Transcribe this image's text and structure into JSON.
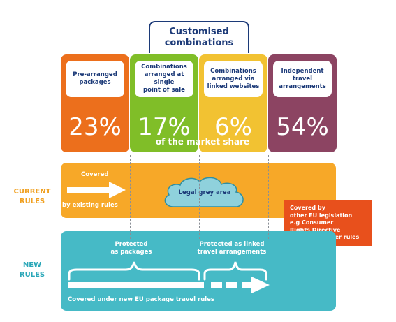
{
  "header": {
    "line1": "Customised",
    "line2": "combinations"
  },
  "columns": [
    {
      "label_lines": [
        "Pre-arranged",
        "packages"
      ],
      "percent": "23%",
      "color": "#ec6f1c"
    },
    {
      "label_lines": [
        "Combinations",
        "arranged at single",
        "point of sale"
      ],
      "percent": "17%",
      "color": "#80be28"
    },
    {
      "label_lines": [
        "Combinations",
        "arranged via",
        "linked websites"
      ],
      "percent": "6%",
      "color": "#f2c232"
    },
    {
      "label_lines": [
        "Independent",
        "travel",
        "arrangements"
      ],
      "percent": "54%",
      "color": "#8c4462"
    }
  ],
  "market_share_label": "of the market share",
  "current_rules": {
    "title_lines": [
      "CURRENT",
      "RULES"
    ],
    "covered_label": "Covered",
    "existing_label": "by existing rules",
    "grey_area_label": "Legal grey area",
    "color": "#f7a828"
  },
  "eu_box": {
    "lines": [
      "Covered by",
      "other EU legislation",
      "e.g Consumer",
      "Rights Directive",
      "or air passenger rules"
    ],
    "color": "#e8501c"
  },
  "new_rules": {
    "title_lines": [
      "NEW",
      "RULES"
    ],
    "protected_packages_lines": [
      "Protected",
      "as packages"
    ],
    "protected_linked_lines": [
      "Protected as linked",
      "travel arrangements"
    ],
    "covered_new_label": "Covered under new EU package travel rules",
    "color": "#46bac6"
  }
}
